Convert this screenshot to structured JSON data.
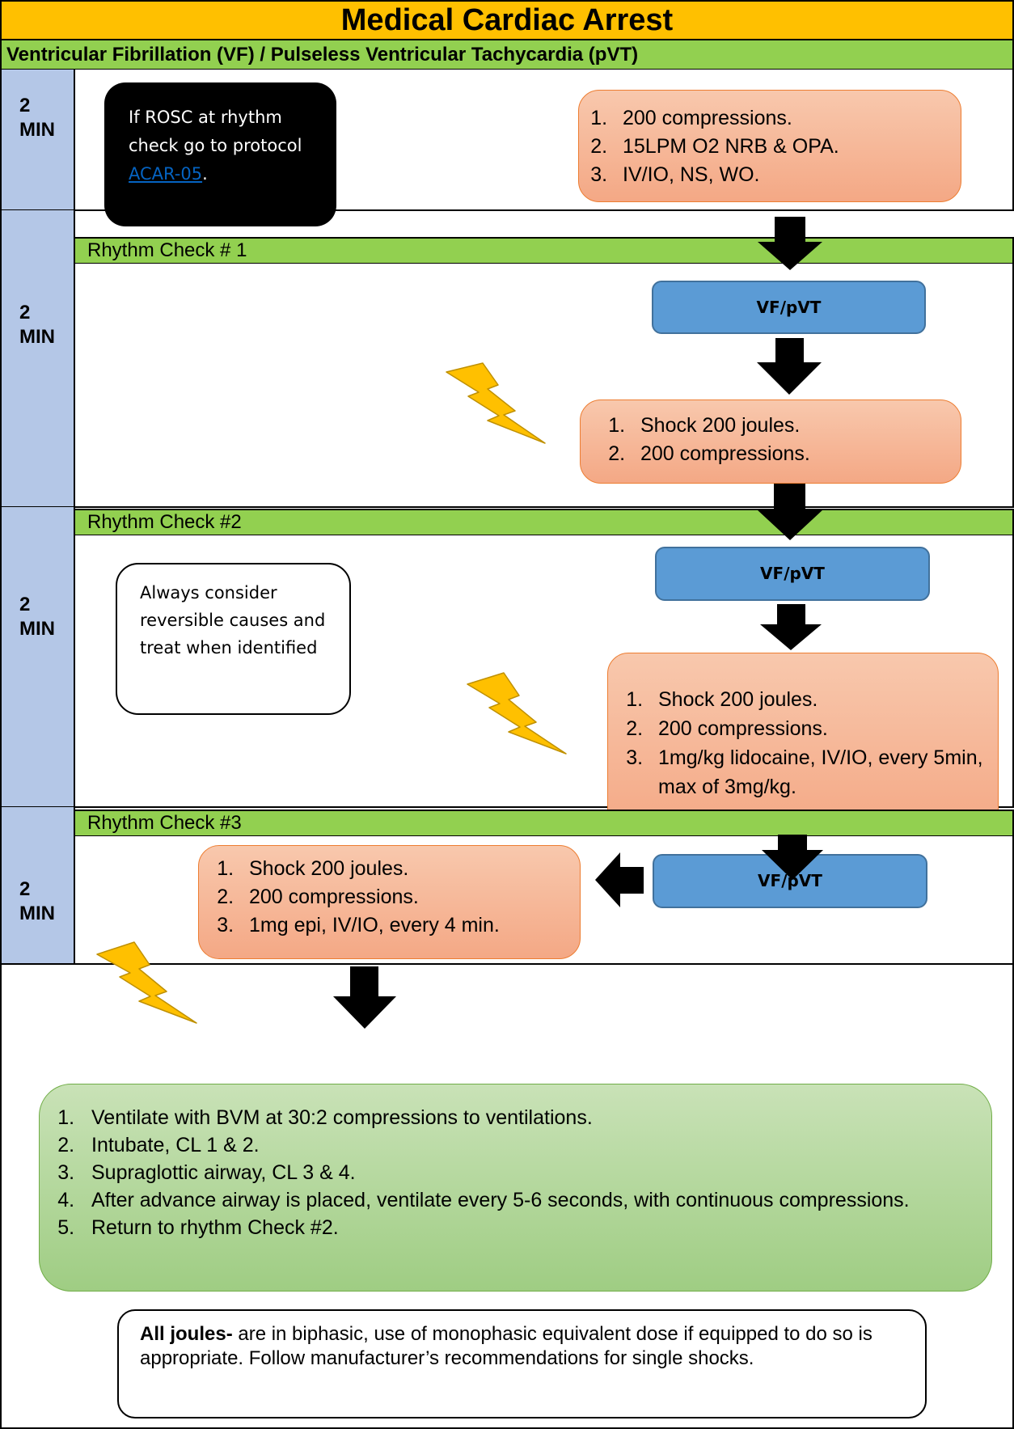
{
  "title": "Medical Cardiac Arrest",
  "subtitle": "Ventricular Fibrillation (VF) / Pulseless Ventricular Tachycardia (pVT)",
  "time_label_num": "2",
  "time_label_unit": "MIN",
  "rosc_note": {
    "prefix": "If ROSC at rhythm check go to protocol ",
    "link": "ACAR-05",
    "suffix": "."
  },
  "initial_steps": [
    "200 compressions.",
    "15LPM O2 NRB & OPA.",
    "IV/IO, NS, WO."
  ],
  "rhythm_check_1": "Rhythm Check # 1",
  "rhythm_check_2": "Rhythm Check #2",
  "rhythm_check_3": "Rhythm Check #3",
  "rhythm_label": "VF/pVT",
  "check1_steps": [
    "Shock 200 joules.",
    "200 compressions."
  ],
  "reversible_note": "Always consider reversible causes and treat when identified",
  "check2_steps": [
    "Shock 200 joules.",
    "200 compressions.",
    "1mg/kg lidocaine, IV/IO, every 5min, max of 3mg/kg."
  ],
  "check3_steps": [
    "Shock 200 joules.",
    "200 compressions.",
    "1mg epi, IV/IO, every 4 min."
  ],
  "airway_steps": [
    "Ventilate with BVM at 30:2 compressions to ventilations.",
    "Intubate, CL 1 & 2.",
    "Supraglottic airway, CL 3 & 4.",
    "After advance airway is placed, ventilate every 5-6 seconds, with continuous compressions.",
    "Return to rhythm Check #2."
  ],
  "joules_note": {
    "bold": "All joules-",
    "text": " are in biphasic, use of monophasic equivalent dose if equipped to do so is appropriate. Follow manufacturer’s recommendations for single shocks."
  },
  "colors": {
    "title_bg": "#ffc000",
    "bar_green": "#92d050",
    "time_col": "#b4c7e7",
    "orange_box": "#f4b183",
    "blue_box": "#5b9bd5",
    "airway_box": "#a9d18e",
    "lightning": "#ffc000"
  }
}
